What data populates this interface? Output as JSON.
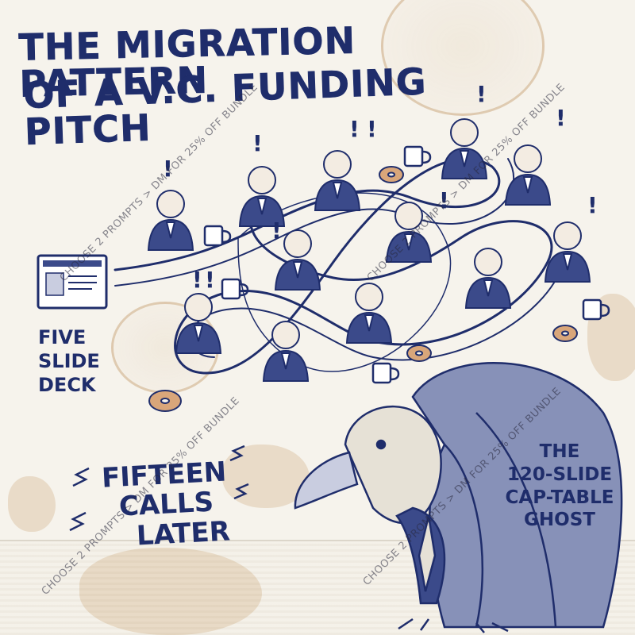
{
  "title": {
    "line1": "THE MIGRATION PATTERN",
    "line2": "OF A V.C. FUNDING PITCH"
  },
  "labels": {
    "five_slide_deck": [
      "FIVE",
      "SLIDE",
      "DECK"
    ],
    "fifteen_calls_later": [
      "FIFTEEN",
      "CALLS",
      "LATER"
    ],
    "cap_table_ghost": [
      "THE",
      "120-SLIDE",
      "CAP-TABLE",
      "GHOST"
    ]
  },
  "watermark": "CHOOSE 2 PROMPTS > DM FOR 25% OFF BUNDLE",
  "colors": {
    "ink": "#1f2d6b",
    "suit": "#3b4a8a",
    "stain": "#b58046",
    "paper": "#f6f3ec"
  },
  "icons": [
    "slide-deck-icon",
    "coffee-mug-icon",
    "donut-icon",
    "exclamation-icon",
    "vulture-illustration",
    "investor-figure"
  ]
}
